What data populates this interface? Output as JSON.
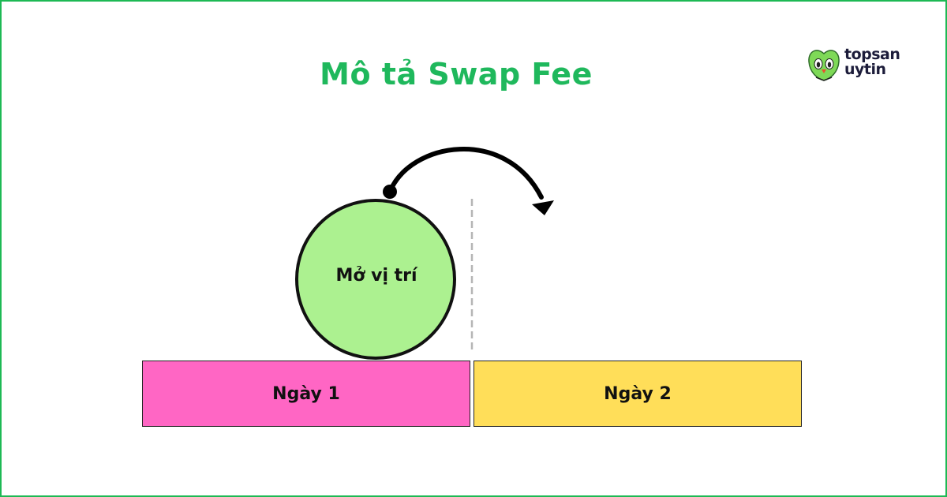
{
  "title": "Mô tả Swap Fee",
  "logo": {
    "line1": "topsan",
    "line2": "uytin",
    "icon": "owl-mascot-icon"
  },
  "diagram": {
    "position_label": "Mở vị trí",
    "days": [
      {
        "label": "Ngày 1",
        "color": "#ff66c4"
      },
      {
        "label": "Ngày 2",
        "color": "#ffde59"
      }
    ],
    "arrow": "curved-arrow-icon",
    "divider": "dashed-day-boundary"
  },
  "colors": {
    "accent": "#1fb85c",
    "circle": "#acf190",
    "border": "#1db954"
  }
}
